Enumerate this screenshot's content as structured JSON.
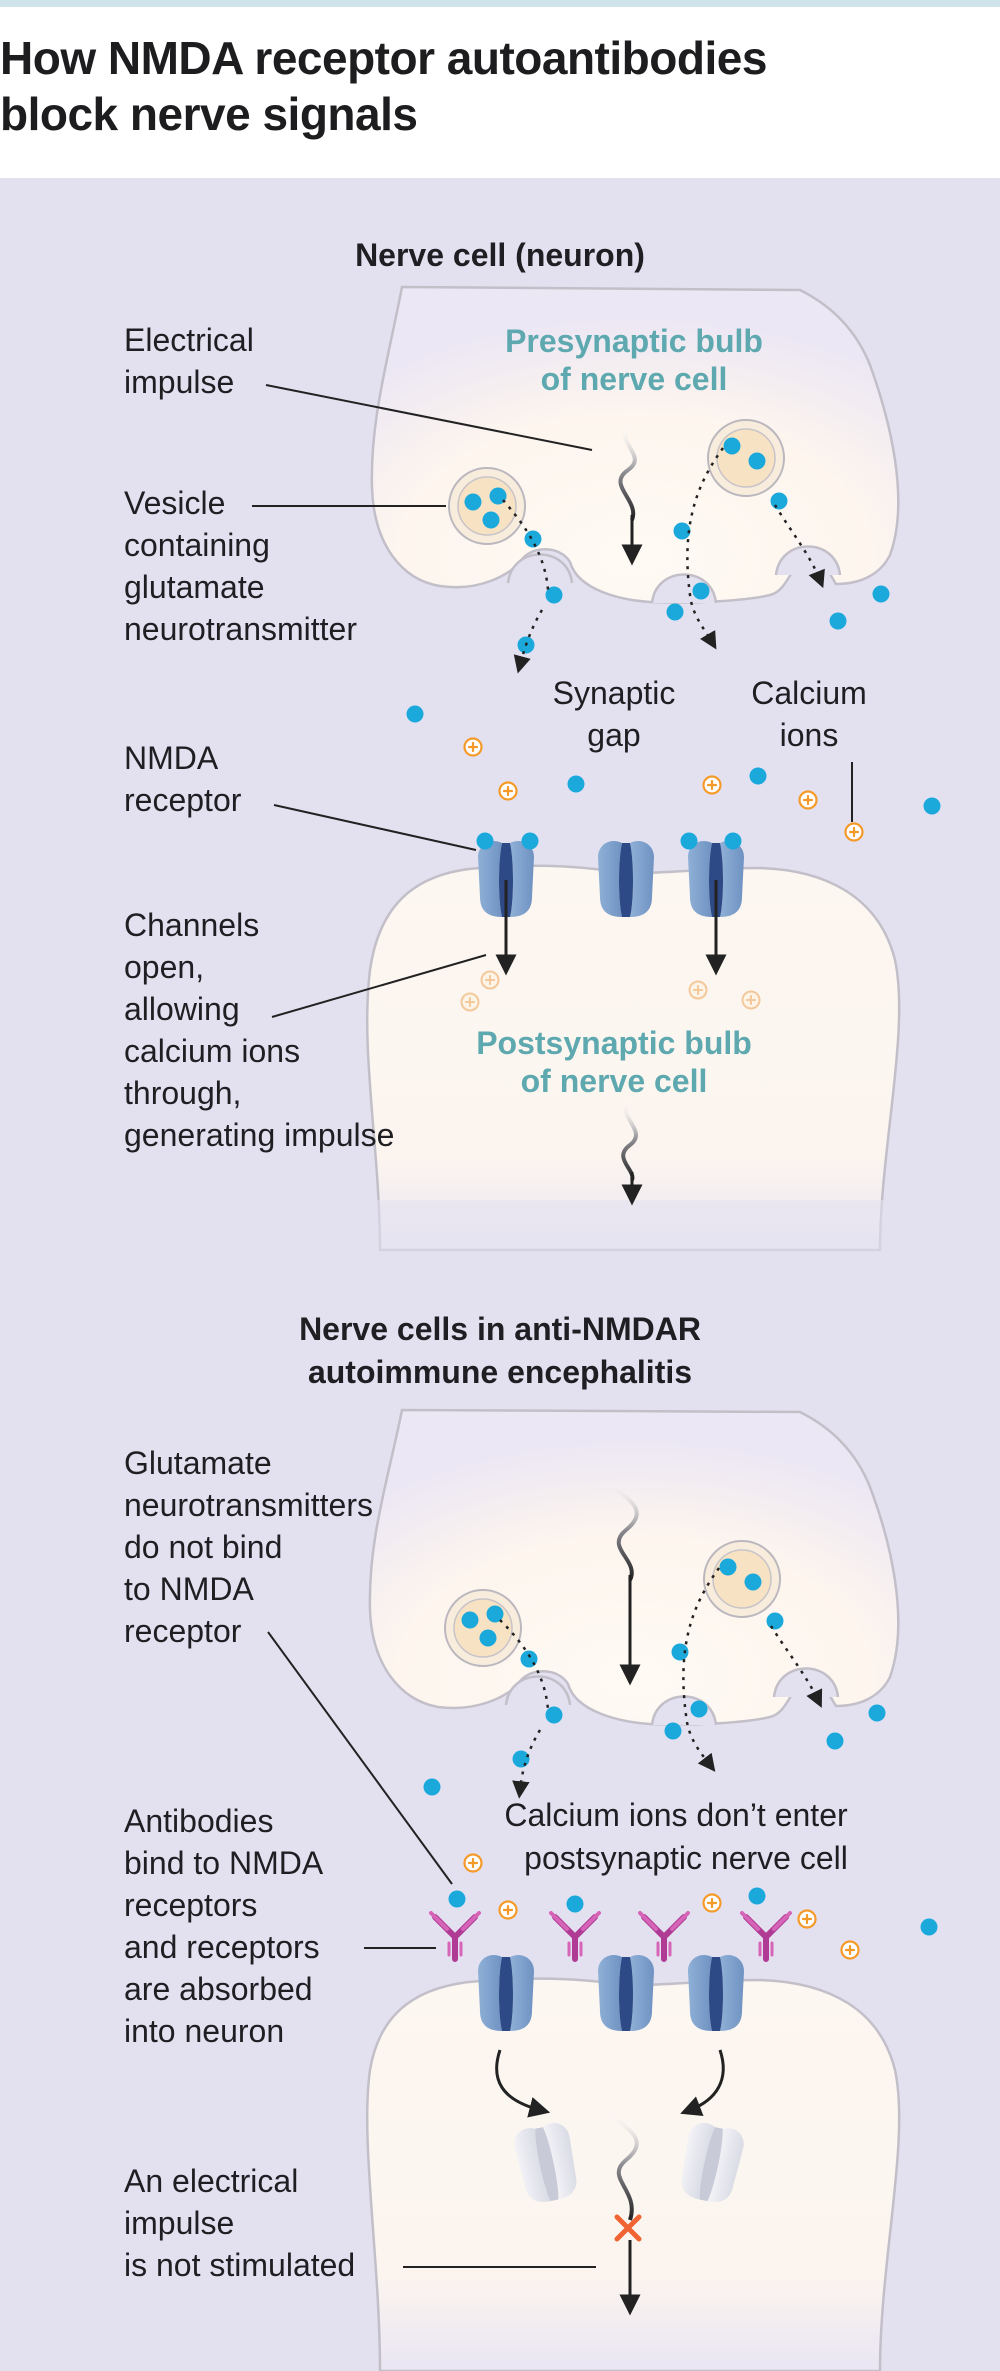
{
  "title": [
    "How NMDA receptor autoantibodies",
    "block nerve signals"
  ],
  "panel1": {
    "heading": "Nerve cell (neuron)",
    "presynaptic_label": [
      "Presynaptic bulb",
      "of nerve cell"
    ],
    "postsynaptic_label": [
      "Postsynaptic bulb",
      "of nerve cell"
    ],
    "synaptic_gap": [
      "Synaptic",
      "gap"
    ],
    "calcium_ions": [
      "Calcium",
      "ions"
    ],
    "electrical_impulse": [
      "Electrical",
      "impulse"
    ],
    "vesicle": [
      "Vesicle",
      "containing",
      "glutamate",
      "neurotransmitter"
    ],
    "nmda_receptor": [
      "NMDA",
      "receptor"
    ],
    "channels_open": [
      "Channels",
      "open,",
      "allowing",
      "calcium ions",
      "through,",
      "generating impulse"
    ]
  },
  "panel2": {
    "heading": [
      "Nerve cells in anti-NMDAR",
      "autoimmune encephalitis"
    ],
    "calcium_blocked": [
      "Calcium ions don’t enter",
      "postsynaptic nerve cell"
    ],
    "glutamate_no_bind": [
      "Glutamate",
      "neurotransmitters",
      "do not bind",
      "to NMDA",
      "receptor"
    ],
    "antibodies": [
      "Antibodies",
      "bind to NMDA",
      "receptors",
      "and receptors",
      "are absorbed",
      "into neuron"
    ],
    "no_impulse": [
      "An electrical",
      "impulse",
      "is not stimulated"
    ]
  },
  "colors": {
    "background_panel": "#e3e1f0",
    "teal_label": "#5ea8b0",
    "glutamate": "#1ba9dc",
    "calcium": "#f59a28",
    "receptor": "#7a9bc9",
    "receptor_channel": "#2e4a86",
    "antibody": "#b03b95",
    "blocked_x": "#f06433"
  }
}
